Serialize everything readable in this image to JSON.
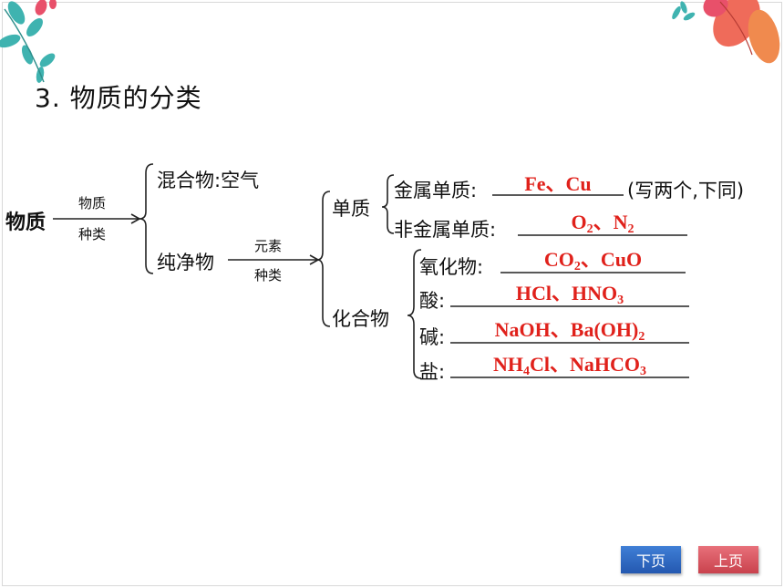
{
  "title": "3. 物质的分类",
  "diagram": {
    "root": "物质",
    "root_arrow_top": "物质",
    "root_arrow_bottom": "种类",
    "mixture": "混合物",
    "mixture_example": "空气",
    "pure": "纯净物",
    "pure_arrow_top": "元素",
    "pure_arrow_bottom": "种类",
    "simple": "单质",
    "metal": "金属单质",
    "metal_note": "(写两个,下同)",
    "nonmetal": "非金属单质",
    "compound": "化合物",
    "oxide": "氧化物",
    "acid": "酸",
    "base": "碱",
    "salt": "盐"
  },
  "answers": {
    "metal": "Fe、Cu",
    "nonmetal": [
      "O",
      "2",
      "、N",
      "2"
    ],
    "oxide": [
      "CO",
      "2",
      "、CuO"
    ],
    "acid": [
      "HCl、HNO",
      "3"
    ],
    "base": [
      "NaOH、Ba(OH)",
      "2"
    ],
    "salt": [
      "NH",
      "4",
      "Cl、NaHCO",
      "3"
    ]
  },
  "nav": {
    "next": "下页",
    "prev": "上页"
  },
  "colors": {
    "answer": "#e0211b",
    "next_button": "#2f6bc4",
    "prev_button": "#d9555f"
  }
}
